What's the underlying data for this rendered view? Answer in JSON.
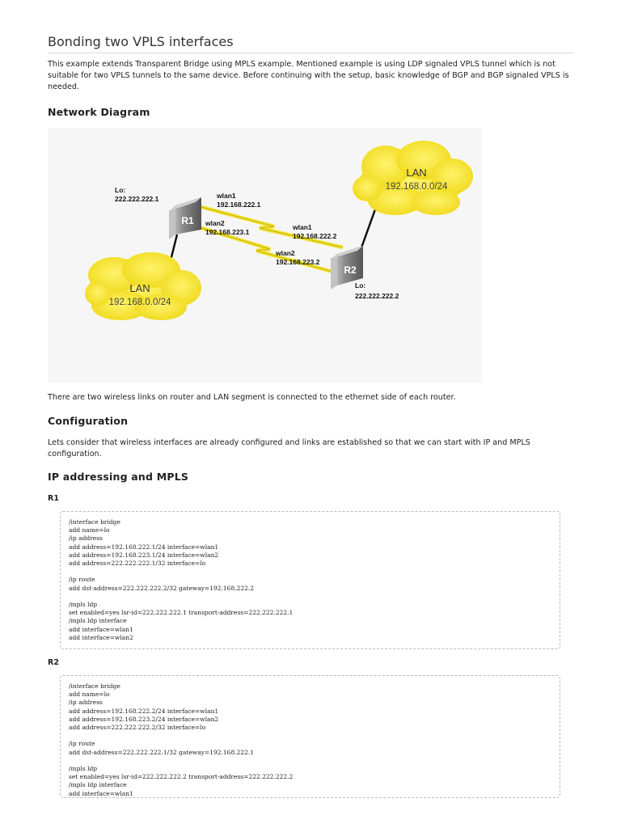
{
  "title": "Bonding two VPLS interfaces",
  "intro": "This example extends Transparent Bridge using MPLS example. Mentioned example is using LDP signaled VPLS tunnel which is not suitable for two VPLS tunnels to the same device. Before continuing with the setup, basic knowledge of BGP and BGP signaled VPLS is needed.",
  "network_diagram_heading": "Network Diagram",
  "diagram": {
    "lan_top": {
      "title": "LAN",
      "subnet": "192.168.0.0/24"
    },
    "lan_bottom": {
      "title": "LAN",
      "subnet": "192.168.0.0/24"
    },
    "r1": {
      "name": "R1",
      "lo_label": "Lo:",
      "lo_ip": "222.222.222.1"
    },
    "r2": {
      "name": "R2",
      "lo_label": "Lo:",
      "lo_ip": "222.222.222.2"
    },
    "r1_wlan1": {
      "name": "wlan1",
      "ip": "192.168.222.1"
    },
    "r1_wlan2": {
      "name": "wlan2",
      "ip": "192.168.223.1"
    },
    "r2_wlan1": {
      "name": "wlan1",
      "ip": "192.168.222.2"
    },
    "r2_wlan2": {
      "name": "wlan2",
      "ip": "192.168.223.2"
    },
    "colors": {
      "cloud": "#f7e628",
      "router": "#6e6e6e",
      "link": "#f2e12a"
    }
  },
  "diagram_caption": "There are two wireless links on router and LAN segment is connected to the ethernet side of each router.",
  "configuration_heading": "Configuration",
  "configuration_text": "Lets consider that wireless interfaces are already configured and links are established so that we can start with IP and MPLS configuration.",
  "ip_mpls_heading": "IP addressing and MPLS",
  "r1_label": "R1",
  "r1_code": [
    "/interface bridge",
    "add name=lo",
    "/ip address",
    "add address=192.168.222.1/24 interface=wlan1",
    "add address=192.168.223.1/24 interface=wlan2",
    "add address=222.222.222.1/32 interface=lo",
    "",
    "/ip route",
    "add dst-address=222.222.222.2/32 gateway=192.168.222.2",
    "",
    "/mpls ldp",
    "set enabled=yes lsr-id=222.222.222.1 transport-address=222.222.222.1",
    "/mpls ldp interface",
    "add interface=wlan1",
    "add interface=wlan2"
  ],
  "r2_label": "R2",
  "r2_code": [
    "/interface bridge",
    "add name=lo",
    "/ip address",
    "add address=192.168.222.2/24 interface=wlan1",
    "add address=192.168.223.2/24 interface=wlan2",
    "add address=222.222.222.2/32 interface=lo",
    "",
    "/ip route",
    "add dst-address=222.222.222.1/32 gateway=192.168.222.1",
    "",
    "/mpls ldp",
    "set enabled=yes lsr-id=222.222.222.2 transport-address=222.222.222.2",
    "/mpls ldp interface",
    "add interface=wlan1"
  ]
}
